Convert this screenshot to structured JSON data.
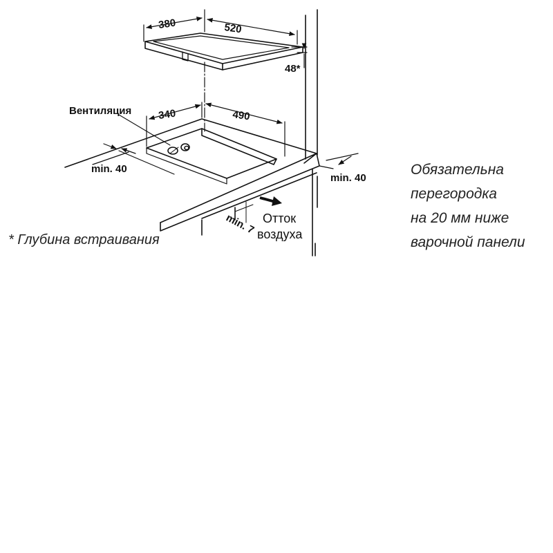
{
  "dimensions": {
    "hob_depth": "380",
    "hob_width": "520",
    "hob_height": "48*",
    "cutout_depth": "340",
    "cutout_width": "490",
    "min_rear": "min. 40",
    "min_side": "min. 40",
    "min_front": "min. 7"
  },
  "labels": {
    "ventilation": "Вентиляция",
    "air_outlet": [
      "Отток",
      "воздуха"
    ],
    "footnote": "* Глубина встраивания"
  },
  "side_note": {
    "lines": [
      "Обязательна",
      "перегородка",
      "на 20 мм ниже",
      "варочной панели"
    ]
  }
}
